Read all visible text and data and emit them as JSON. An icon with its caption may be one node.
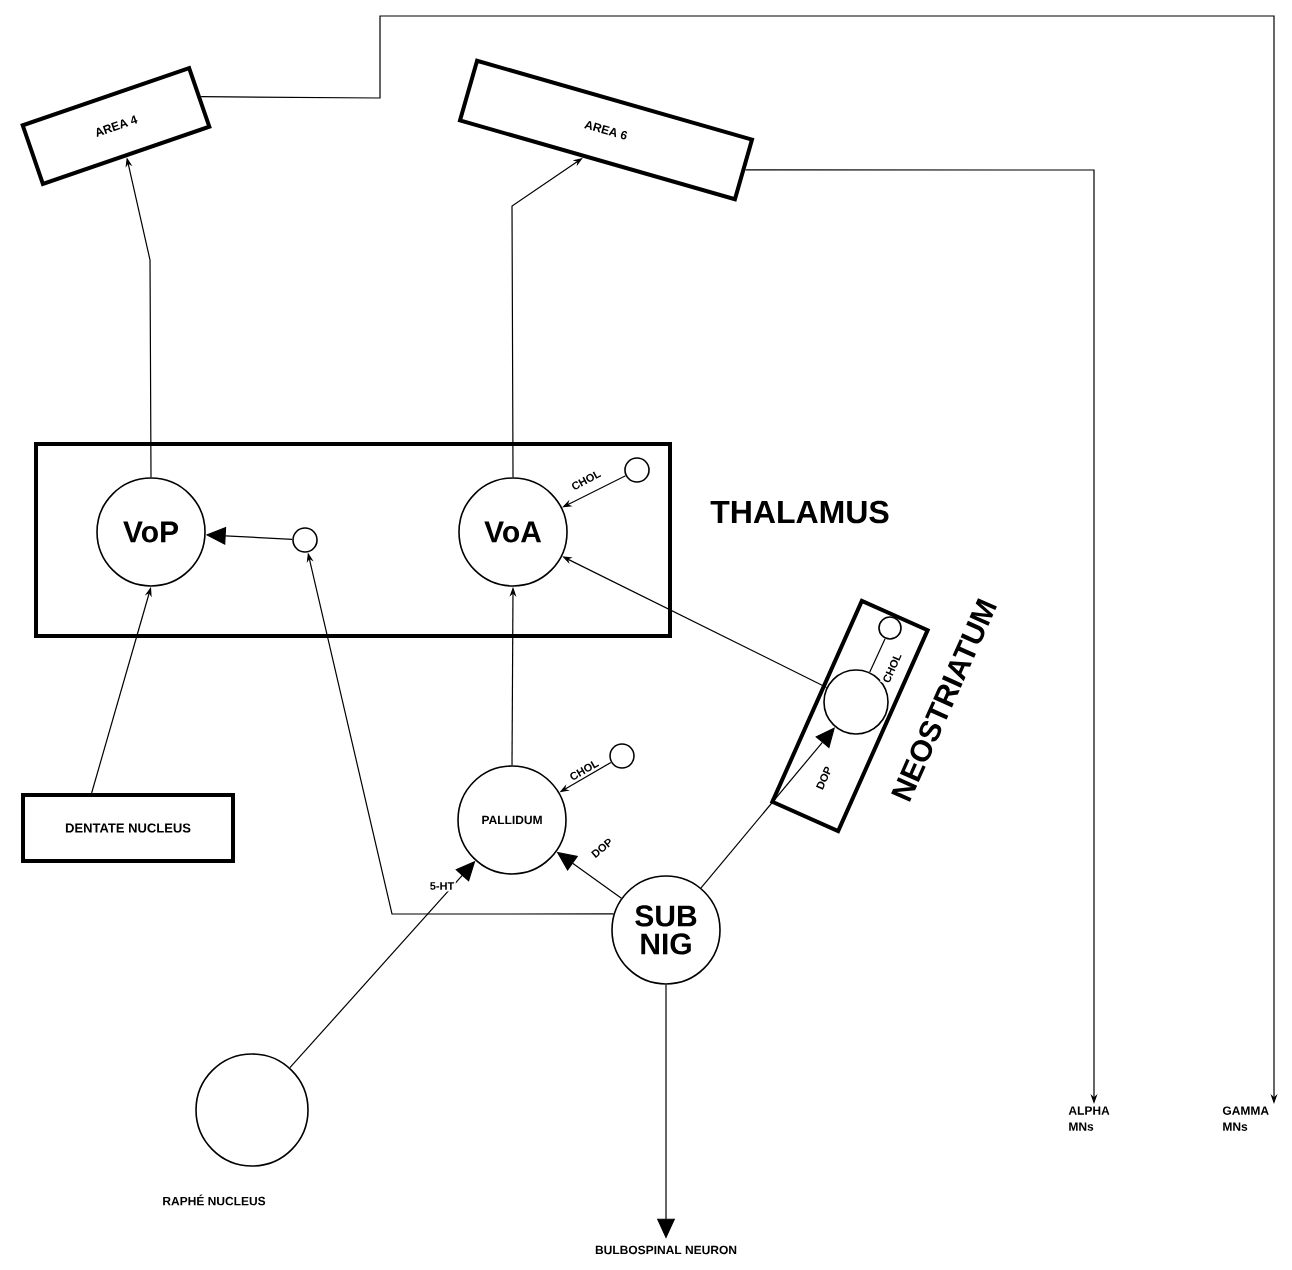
{
  "diagram": {
    "nodes": [
      {
        "text": [
          "AREA 4"
        ]
      },
      {
        "text": [
          "AREA 6"
        ]
      },
      {
        "text": [
          "THALAMUS"
        ]
      },
      {
        "text": [
          "VoP"
        ],
        "in": 2
      },
      {
        "text": [],
        "shape": "circle",
        "in": 2
      },
      {
        "text": [
          "VoA"
        ],
        "in": 2
      },
      {
        "text": [],
        "shape": "circle",
        "in": 2
      },
      {
        "text": [
          "NEOSTRIATUM"
        ]
      },
      {
        "text": [],
        "shape": "circle",
        "in": 7
      },
      {
        "text": [],
        "shape": "circle",
        "in": 7
      },
      {
        "text": [
          "DENTATE NUCLEUS"
        ]
      },
      {
        "text": [
          "PALLIDUM"
        ]
      },
      {
        "text": [],
        "shape": "circle"
      },
      {
        "text": [
          "SUB NIG"
        ]
      },
      {
        "text": [],
        "shape": "circle",
        "beside": [
          "RAPHÉ NUCLEUS"
        ]
      },
      {
        "text": [
          "BULBOSPINAL NEURON"
        ]
      },
      {
        "text": [
          "ALPHA MNs"
        ]
      },
      {
        "text": [
          "GAMMA MNs"
        ]
      }
    ],
    "edges": [
      {
        "from": 3,
        "to": 0,
        "arrow": "to"
      },
      {
        "from": 5,
        "to": 1,
        "arrow": "to"
      },
      {
        "from": 0,
        "to": 17,
        "arrow": "to"
      },
      {
        "from": 1,
        "to": 16,
        "arrow": "to"
      },
      {
        "from": 4,
        "to": 3,
        "arrow": "to"
      },
      {
        "from": 6,
        "to": 5,
        "arrow": "to",
        "label": "CHOL"
      },
      {
        "from": 8,
        "to": 5,
        "arrow": "to"
      },
      {
        "from": 10,
        "to": 3,
        "arrow": "to"
      },
      {
        "from": 11,
        "to": 5,
        "arrow": "to"
      },
      {
        "from": 12,
        "to": 11,
        "arrow": "to",
        "label": "CHOL"
      },
      {
        "from": 9,
        "to": 8,
        "arrow": "none",
        "label": "CHOL"
      },
      {
        "from": 13,
        "to": 8,
        "arrow": "to",
        "label": "DOP"
      },
      {
        "from": 13,
        "to": 11,
        "arrow": "to",
        "label": "DOP"
      },
      {
        "from": 13,
        "to": 4,
        "arrow": "to"
      },
      {
        "from": 14,
        "to": 11,
        "arrow": "to",
        "label": "5-HT"
      },
      {
        "from": 13,
        "to": 15,
        "arrow": "to"
      }
    ]
  }
}
